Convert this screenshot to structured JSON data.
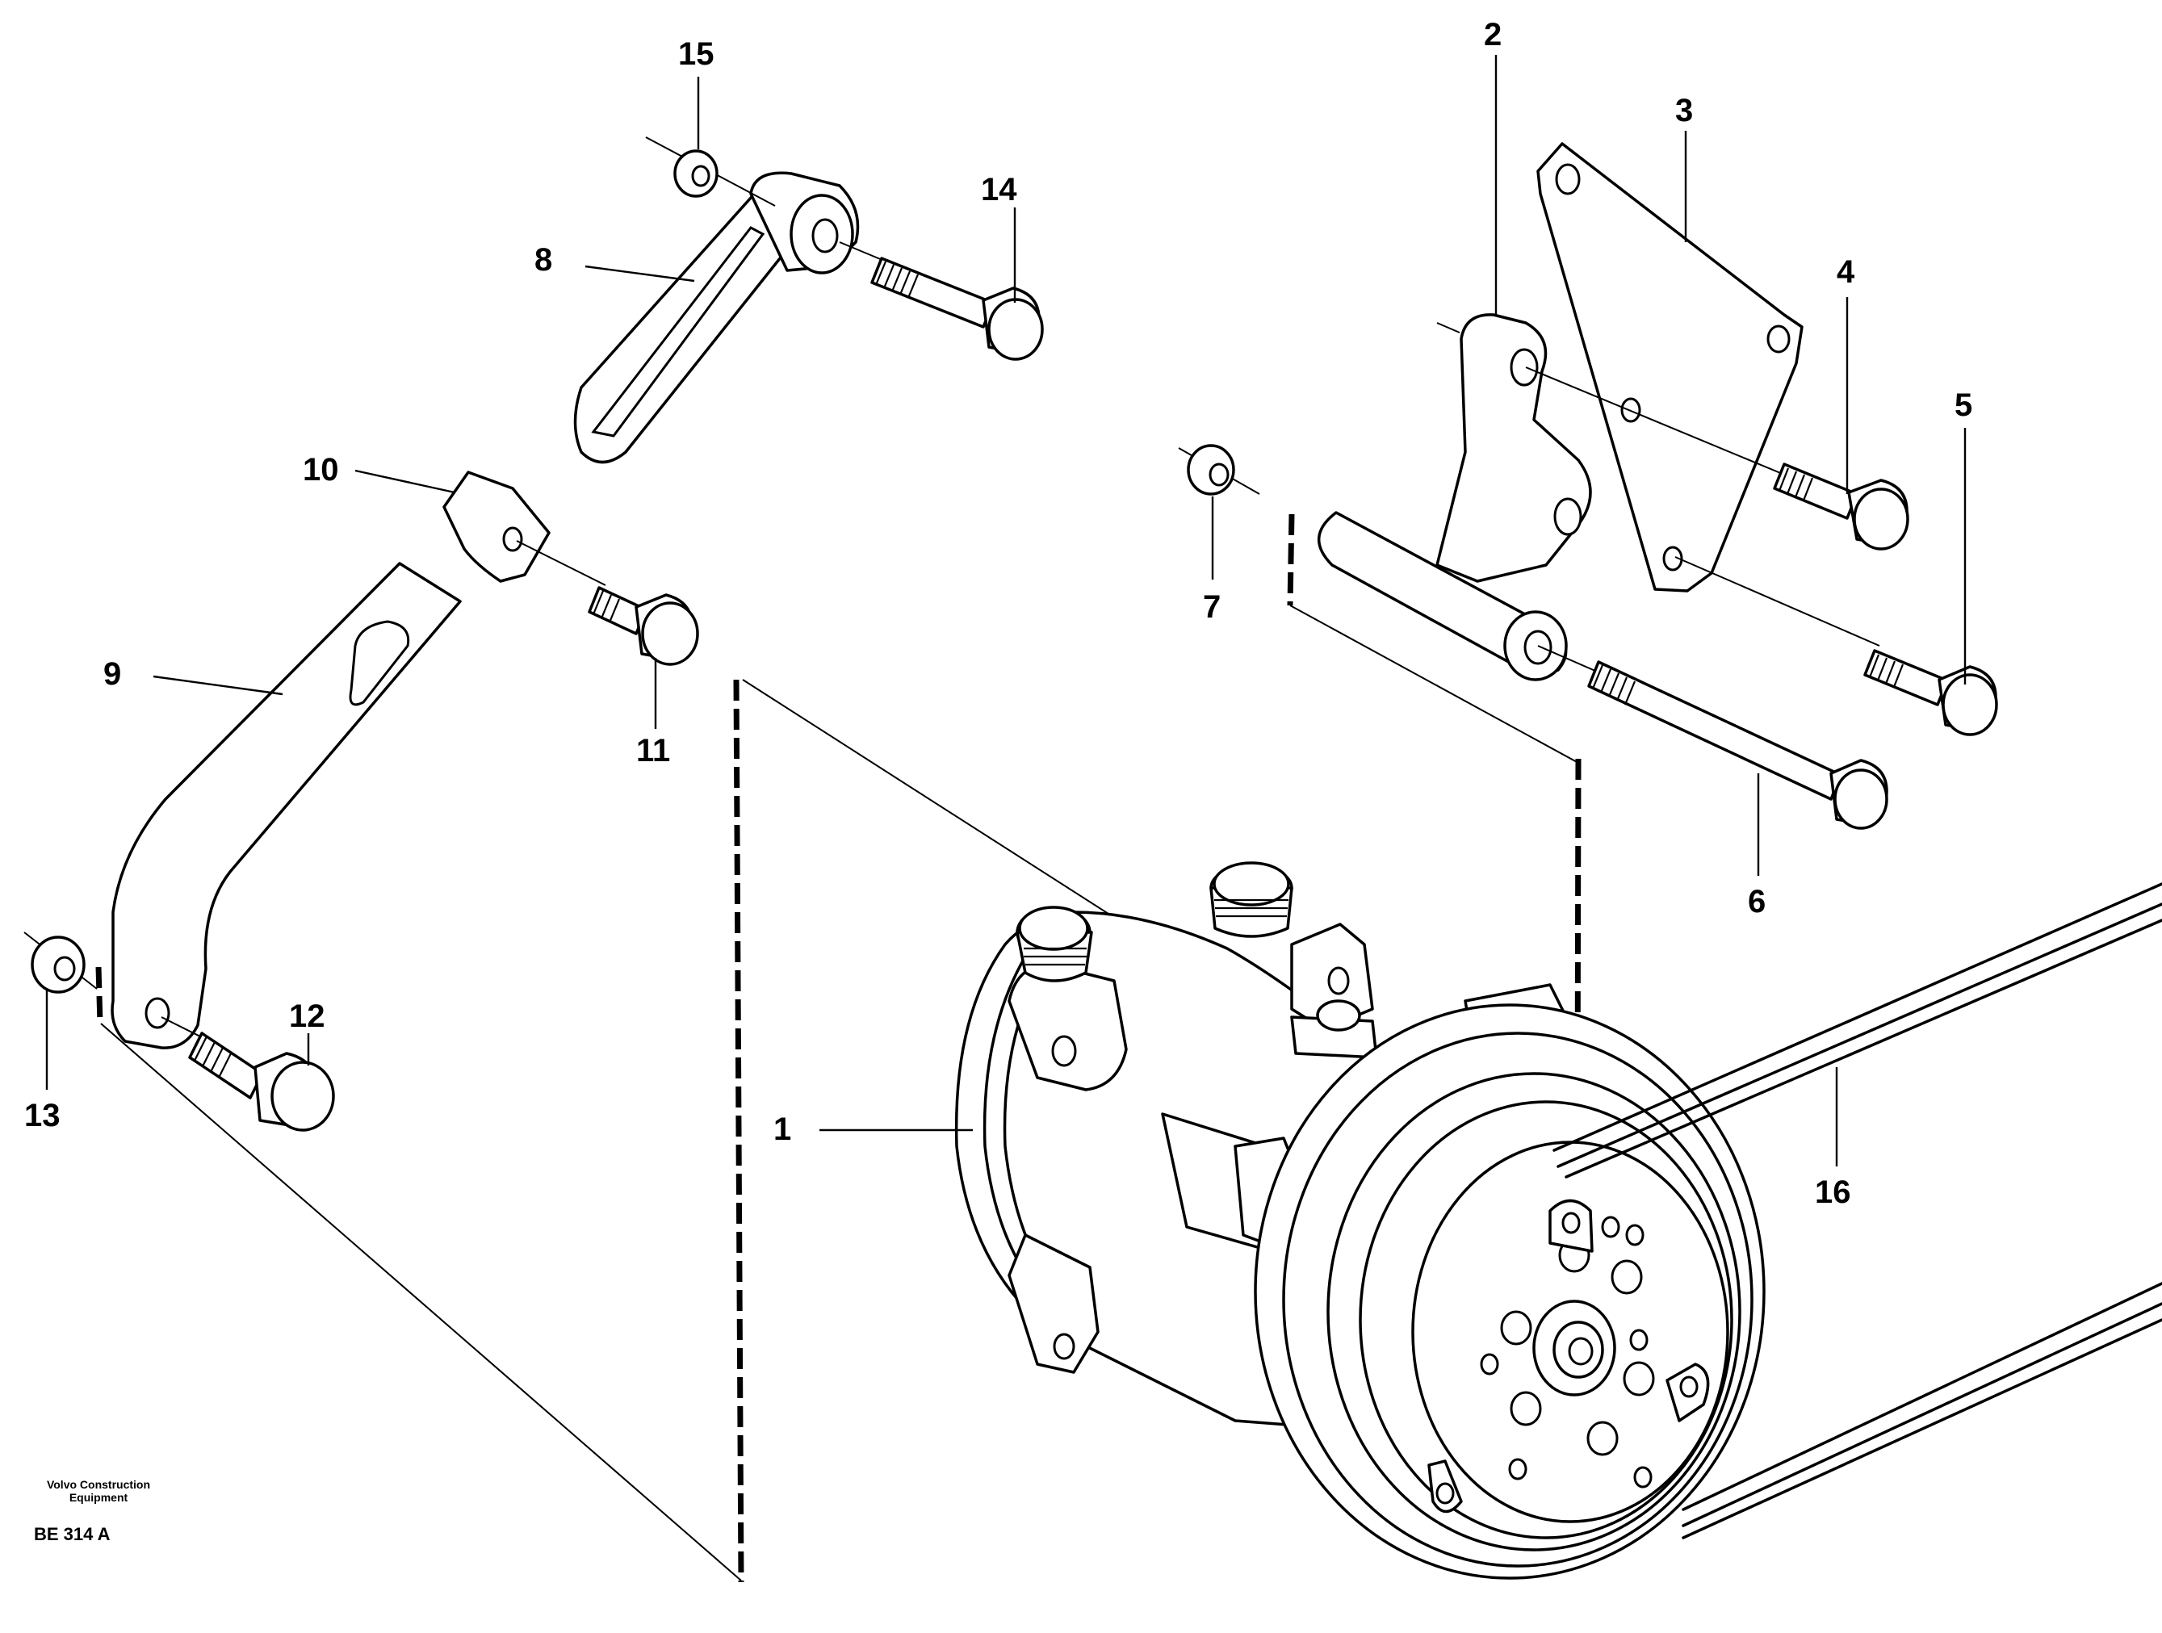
{
  "diagram": {
    "parts": [
      {
        "id": "p1",
        "number": "1",
        "name": "compressor"
      },
      {
        "id": "p2",
        "number": "2",
        "name": "bracket"
      },
      {
        "id": "p3",
        "number": "3",
        "name": "plate"
      },
      {
        "id": "p4",
        "number": "4",
        "name": "bolt"
      },
      {
        "id": "p5",
        "number": "5",
        "name": "bolt"
      },
      {
        "id": "p6",
        "number": "6",
        "name": "long bolt"
      },
      {
        "id": "p7",
        "number": "7",
        "name": "nut"
      },
      {
        "id": "p8",
        "number": "8",
        "name": "tension arm"
      },
      {
        "id": "p9",
        "number": "9",
        "name": "slotted bracket"
      },
      {
        "id": "p10",
        "number": "10",
        "name": "clip"
      },
      {
        "id": "p11",
        "number": "11",
        "name": "bolt"
      },
      {
        "id": "p12",
        "number": "12",
        "name": "bolt"
      },
      {
        "id": "p13",
        "number": "13",
        "name": "nut"
      },
      {
        "id": "p14",
        "number": "14",
        "name": "bolt"
      },
      {
        "id": "p15",
        "number": "15",
        "name": "washer"
      },
      {
        "id": "p16",
        "number": "16",
        "name": "drive belt"
      }
    ]
  },
  "caption": {
    "brand_line1": "Volvo Construction",
    "brand_line2": "Equipment",
    "ref": "BE 314 A"
  }
}
